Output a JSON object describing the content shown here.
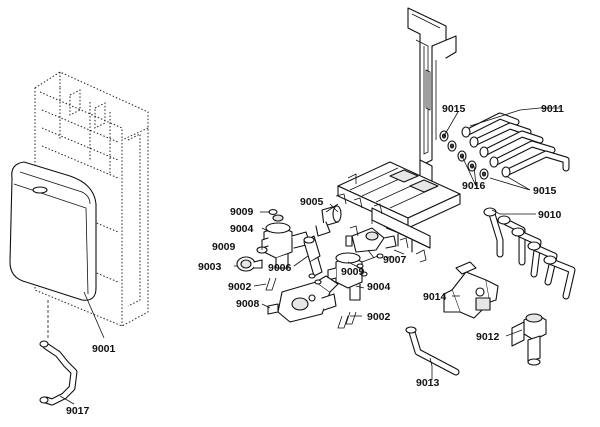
{
  "labels": {
    "p9001": "9001",
    "p9002a": "9002",
    "p9002b": "9002",
    "p9003": "9003",
    "p9004a": "9004",
    "p9004b": "9004",
    "p9005": "9005",
    "p9006": "9006",
    "p9007": "9007",
    "p9008": "9008",
    "p9009a": "9009",
    "p9009b": "9009",
    "p9009c": "9009",
    "p9010": "9010",
    "p9011": "9011",
    "p9012": "9012",
    "p9013": "9013",
    "p9014": "9014",
    "p9015a": "9015",
    "p9015b": "9015",
    "p9016": "9016",
    "p9017": "9017"
  }
}
